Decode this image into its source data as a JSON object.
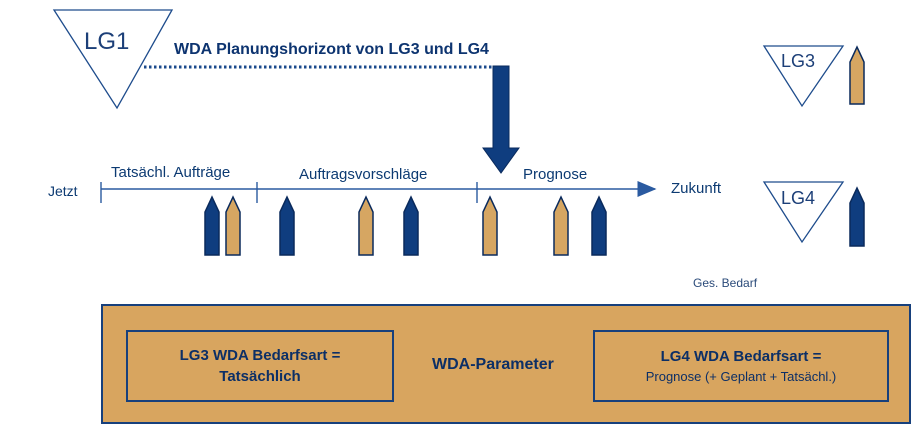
{
  "triangles": {
    "lg1": "LG1",
    "lg3": "LG3",
    "lg4": "LG4"
  },
  "horizon_label": "WDA Planungshorizont von LG3 und LG4",
  "timeline": {
    "start": "Jetzt",
    "end": "Zukunft",
    "segments": [
      "Tatsächl. Aufträge",
      "Auftragsvorschläge",
      "Prognose"
    ]
  },
  "ges_bedarf": "Ges. Bedarf",
  "parameters": {
    "center_label": "WDA-Parameter",
    "lg3_title_line1": "LG3 WDA Bedarfsart =",
    "lg3_title_line2": "Tatsächlich",
    "lg4_title_line1": "LG4 WDA Bedarfsart =",
    "lg4_title_line2": "Prognose (+ Geplant + Tatsächl.)"
  },
  "colors": {
    "dark_blue": "#0f3d7f",
    "tan": "#d6a662",
    "box_fill": "#d8a55f",
    "outline": "#17407c"
  },
  "markers": [
    "dark",
    "tan",
    "dark",
    "tan",
    "dark",
    "tan",
    "tan",
    "dark"
  ]
}
